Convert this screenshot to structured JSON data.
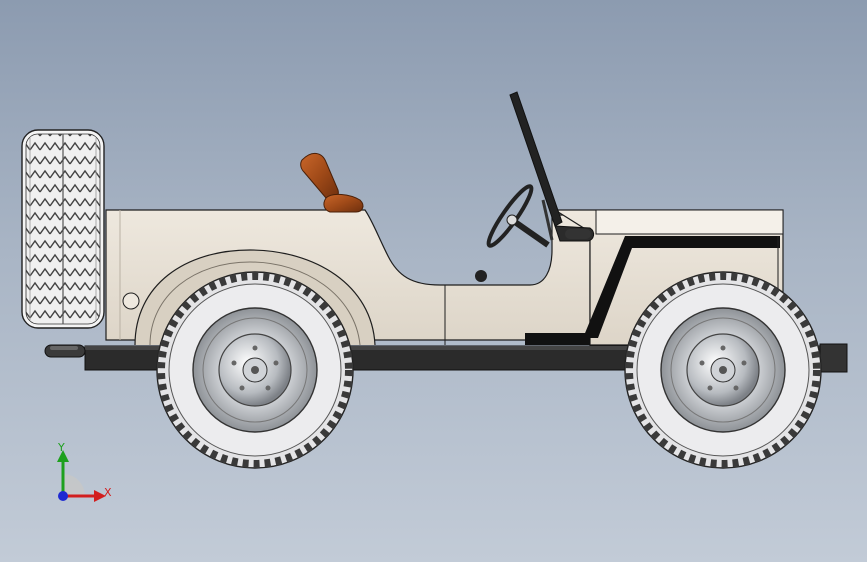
{
  "viewport": {
    "background_top": "#8c9bb0",
    "background_bottom": "#c2cbd7"
  },
  "model": {
    "body_color": "#e6dfd3",
    "body_shade": "#d8d0c2",
    "outline_color": "#1e1e1e",
    "chassis_color": "#2b2b2b",
    "tire_color": "#e4e4e6",
    "tread_color": "#f2f2f2",
    "rim_color": "#c9ccd0",
    "seat_color": "#a8501c",
    "parts": [
      "spare-tire",
      "body-tub",
      "hood",
      "windshield",
      "steering-wheel",
      "seats",
      "front-wheel",
      "rear-wheel",
      "chassis-frame",
      "bumper"
    ]
  },
  "triad": {
    "x_label": "X",
    "y_label": "Y",
    "x_color": "#d21e1e",
    "y_color": "#1ea01e",
    "z_color": "#1e2ad2"
  }
}
